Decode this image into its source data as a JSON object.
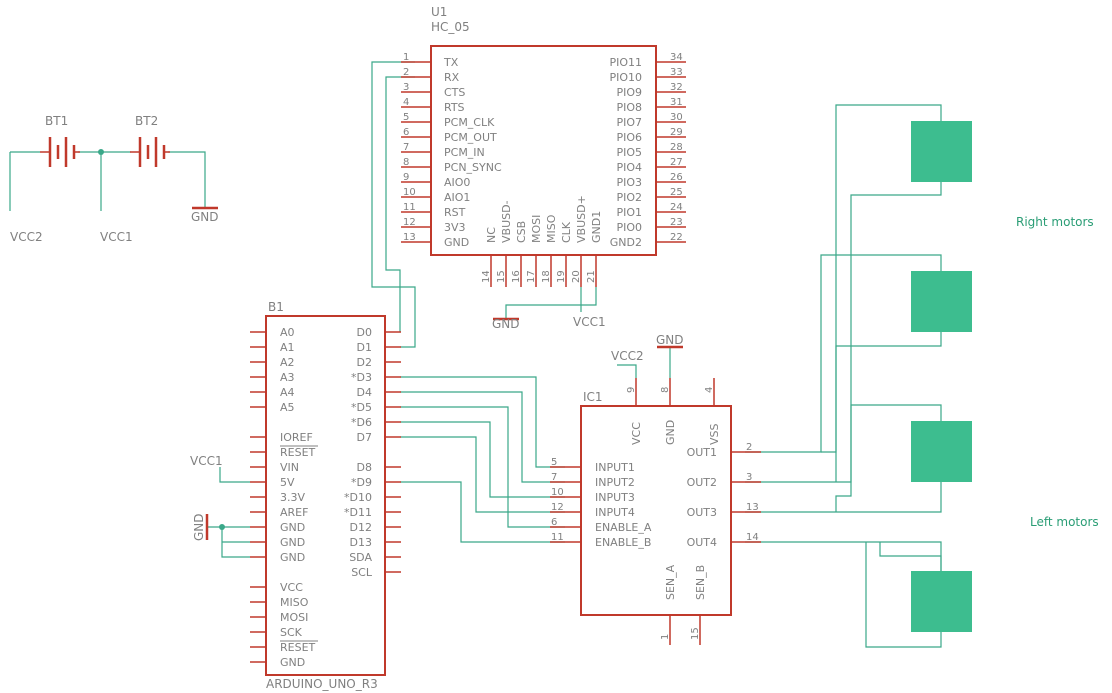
{
  "hc05": {
    "ref": "U1",
    "value": "HC_05",
    "left_pins": [
      {
        "num": "1",
        "label": "TX"
      },
      {
        "num": "2",
        "label": "RX"
      },
      {
        "num": "3",
        "label": "CTS"
      },
      {
        "num": "4",
        "label": "RTS"
      },
      {
        "num": "5",
        "label": "PCM_CLK"
      },
      {
        "num": "6",
        "label": "PCM_OUT"
      },
      {
        "num": "7",
        "label": "PCM_IN"
      },
      {
        "num": "8",
        "label": "PCN_SYNC"
      },
      {
        "num": "9",
        "label": "AIO0"
      },
      {
        "num": "10",
        "label": "AIO1"
      },
      {
        "num": "11",
        "label": "RST"
      },
      {
        "num": "12",
        "label": "3V3"
      },
      {
        "num": "13",
        "label": "GND"
      }
    ],
    "right_pins": [
      {
        "num": "34",
        "label": "PIO11"
      },
      {
        "num": "33",
        "label": "PIO10"
      },
      {
        "num": "32",
        "label": "PIO9"
      },
      {
        "num": "31",
        "label": "PIO8"
      },
      {
        "num": "30",
        "label": "PIO7"
      },
      {
        "num": "29",
        "label": "PIO6"
      },
      {
        "num": "28",
        "label": "PIO5"
      },
      {
        "num": "27",
        "label": "PIO4"
      },
      {
        "num": "26",
        "label": "PIO3"
      },
      {
        "num": "25",
        "label": "PIO2"
      },
      {
        "num": "24",
        "label": "PIO1"
      },
      {
        "num": "23",
        "label": "PIO0"
      },
      {
        "num": "22",
        "label": "GND2"
      }
    ],
    "bottom_pins": [
      {
        "num": "14",
        "label": "NC"
      },
      {
        "num": "15",
        "label": "VBUSD-"
      },
      {
        "num": "16",
        "label": "CSB"
      },
      {
        "num": "17",
        "label": "MOSI"
      },
      {
        "num": "18",
        "label": "MISO"
      },
      {
        "num": "19",
        "label": "CLK"
      },
      {
        "num": "20",
        "label": "VBUSD+"
      },
      {
        "num": "21",
        "label": "GND1"
      }
    ]
  },
  "arduino": {
    "ref": "B1",
    "value": "ARDUINO_UNO_R3",
    "left_pins": [
      "A0",
      "A1",
      "A2",
      "A3",
      "A4",
      "A5",
      "",
      "IOREF",
      "RESET",
      "VIN",
      "5V",
      "3.3V",
      "AREF",
      "GND",
      "GND",
      "GND",
      "",
      "VCC",
      "MISO",
      "MOSI",
      "SCK",
      "RESET",
      "GND"
    ],
    "right_pins": [
      "D0",
      "D1",
      "D2",
      "*D3",
      "D4",
      "*D5",
      "*D6",
      "D7",
      "",
      "D8",
      "*D9",
      "*D10",
      "*D11",
      "D12",
      "D13",
      "SDA",
      "SCL"
    ]
  },
  "driver": {
    "ref": "IC1",
    "top_pins": [
      {
        "num": "9",
        "label": "VCC"
      },
      {
        "num": "8",
        "label": "GND"
      },
      {
        "num": "4",
        "label": "VSS"
      }
    ],
    "left_pins": [
      {
        "num": "5",
        "label": "INPUT1"
      },
      {
        "num": "7",
        "label": "INPUT2"
      },
      {
        "num": "10",
        "label": "INPUT3"
      },
      {
        "num": "12",
        "label": "INPUT4"
      },
      {
        "num": "6",
        "label": "ENABLE_A"
      },
      {
        "num": "11",
        "label": "ENABLE_B"
      }
    ],
    "right_pins": [
      {
        "num": "2",
        "label": "OUT1"
      },
      {
        "num": "3",
        "label": "OUT2"
      },
      {
        "num": "13",
        "label": "OUT3"
      },
      {
        "num": "14",
        "label": "OUT4"
      }
    ],
    "bottom_pins": [
      {
        "num": "1",
        "label": "SEN_A"
      },
      {
        "num": "15",
        "label": "SEN_B"
      }
    ]
  },
  "batteries": {
    "bt1": "BT1",
    "bt2": "BT2"
  },
  "power": {
    "vcc1": "VCC1",
    "vcc2": "VCC2",
    "gnd": "GND"
  },
  "motors": {
    "right_label": "Right motors",
    "left_label": "Left motors"
  },
  "colors": {
    "part": "#c0392b",
    "wire": "#3aa889",
    "motor_fill": "#3dbd8f",
    "text": "#808080"
  }
}
